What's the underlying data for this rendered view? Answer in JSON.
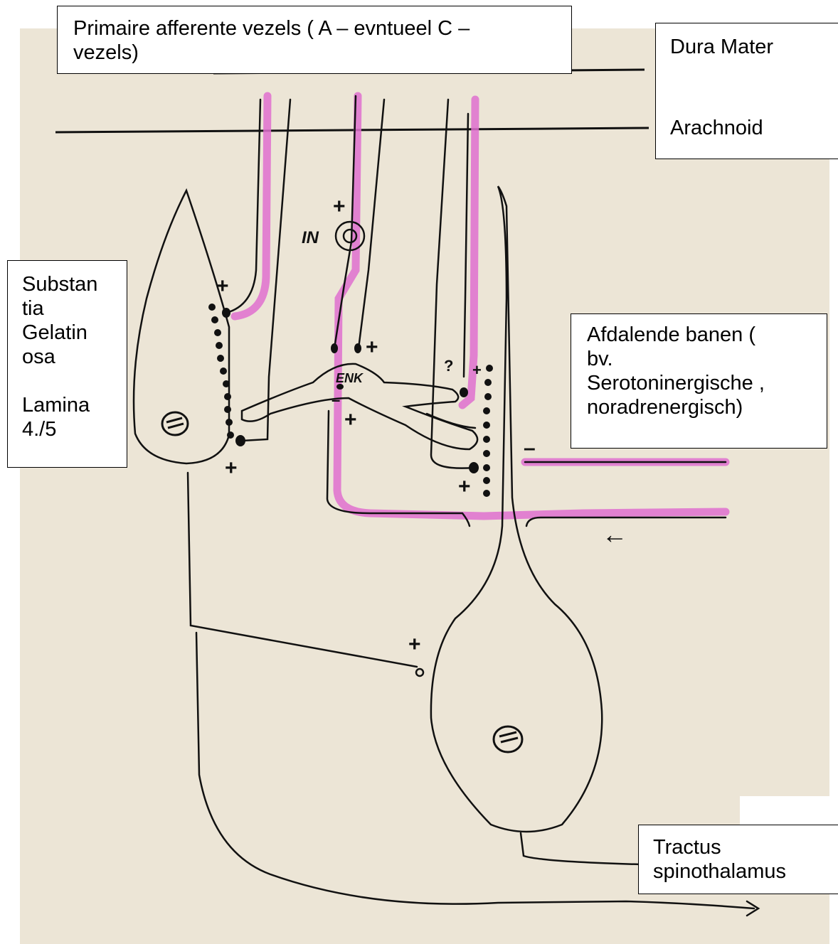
{
  "labels": {
    "primary_afferent": [
      "Primaire afferente vezels ( A – evntueel C –",
      "vezels)"
    ],
    "dura_mater": "Dura Mater",
    "arachnoid": "Arachnoid",
    "substantia": [
      "Substan",
      "tia",
      "Gelatin",
      "osa"
    ],
    "lamina": [
      "Lamina",
      "4./5"
    ],
    "descending": [
      "Afdalende banen (",
      "bv.",
      "Serotoninergische ,",
      "noradrenergisch)"
    ],
    "tractus": [
      "Tractus",
      "spinothalamus"
    ]
  },
  "sketch": {
    "interneuron": "IN",
    "enkephalin": "ENK",
    "plus": "+",
    "minus": "–",
    "question": "?",
    "arrow_left": "←"
  },
  "colors": {
    "paper": "#ece5d6",
    "ink": "#111111",
    "highlight": "#e070cf"
  }
}
